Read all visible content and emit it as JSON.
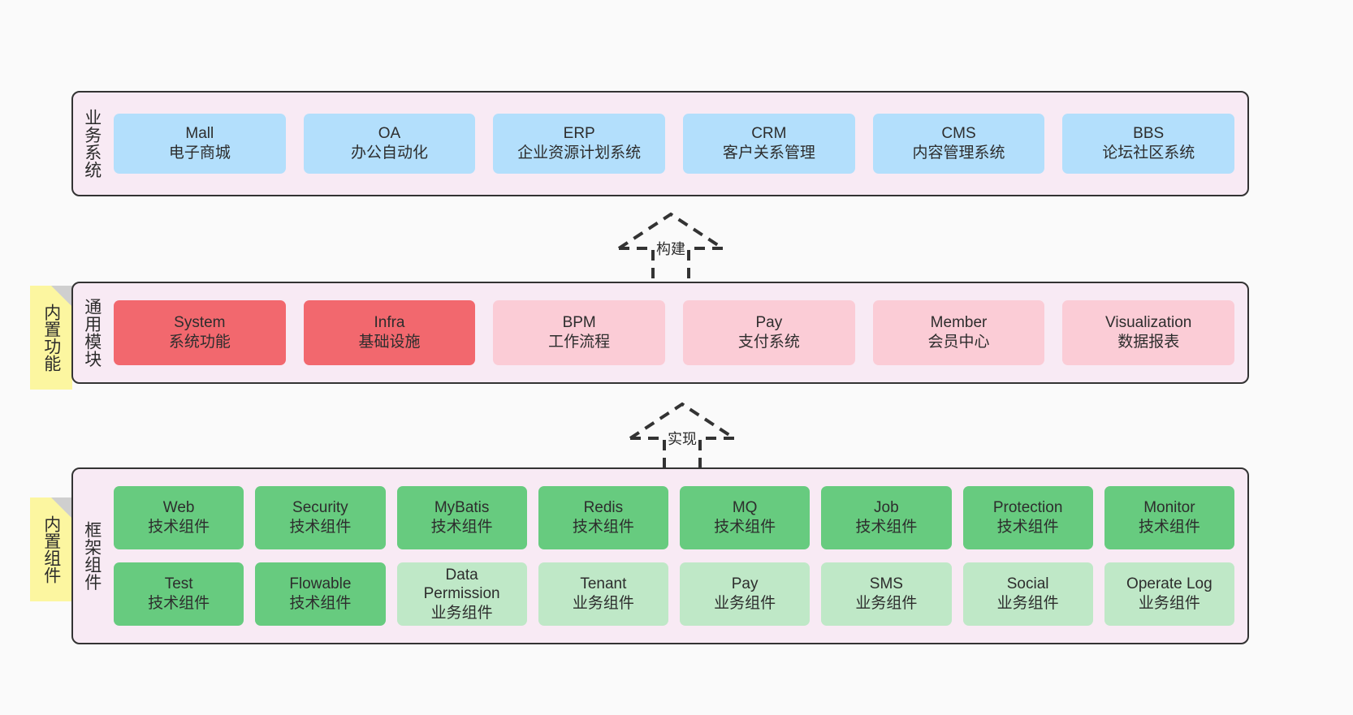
{
  "diagram": {
    "background_color": "#fafafa",
    "layer_fill": "#f8eaf4",
    "layer_border": "#333333",
    "sticky_color": "#fcf6a0",
    "colors": {
      "business": "#b3dffc",
      "core_module": "#f2686e",
      "module": "#fbccd6",
      "tech_component": "#67cb7f",
      "biz_component": "#bfe8c7"
    }
  },
  "layers": {
    "business": {
      "label": "业务系统",
      "nodes": [
        {
          "title": "Mall",
          "sub": "电子商城"
        },
        {
          "title": "OA",
          "sub": "办公自动化"
        },
        {
          "title": "ERP",
          "sub": "企业资源计划系统"
        },
        {
          "title": "CRM",
          "sub": "客户关系管理"
        },
        {
          "title": "CMS",
          "sub": "内容管理系统"
        },
        {
          "title": "BBS",
          "sub": "论坛社区系统"
        }
      ]
    },
    "common": {
      "label": "通用模块",
      "sticky": "内置功能",
      "nodes": [
        {
          "title": "System",
          "sub": "系统功能",
          "style": "core_module"
        },
        {
          "title": "Infra",
          "sub": "基础设施",
          "style": "core_module"
        },
        {
          "title": "BPM",
          "sub": "工作流程",
          "style": "module"
        },
        {
          "title": "Pay",
          "sub": "支付系统",
          "style": "module"
        },
        {
          "title": "Member",
          "sub": "会员中心",
          "style": "module"
        },
        {
          "title": "Visualization",
          "sub": "数据报表",
          "style": "module"
        }
      ]
    },
    "framework": {
      "label": "框架组件",
      "sticky": "内置组件",
      "row1": [
        {
          "title": "Web",
          "sub": "技术组件",
          "style": "tech_component"
        },
        {
          "title": "Security",
          "sub": "技术组件",
          "style": "tech_component"
        },
        {
          "title": "MyBatis",
          "sub": "技术组件",
          "style": "tech_component"
        },
        {
          "title": "Redis",
          "sub": "技术组件",
          "style": "tech_component"
        },
        {
          "title": "MQ",
          "sub": "技术组件",
          "style": "tech_component"
        },
        {
          "title": "Job",
          "sub": "技术组件",
          "style": "tech_component"
        },
        {
          "title": "Protection",
          "sub": "技术组件",
          "style": "tech_component"
        },
        {
          "title": "Monitor",
          "sub": "技术组件",
          "style": "tech_component"
        }
      ],
      "row2": [
        {
          "title": "Test",
          "sub": "技术组件",
          "style": "tech_component"
        },
        {
          "title": "Flowable",
          "sub": "技术组件",
          "style": "tech_component"
        },
        {
          "title": "Data Permission",
          "sub": "业务组件",
          "style": "biz_component"
        },
        {
          "title": "Tenant",
          "sub": "业务组件",
          "style": "biz_component"
        },
        {
          "title": "Pay",
          "sub": "业务组件",
          "style": "biz_component"
        },
        {
          "title": "SMS",
          "sub": "业务组件",
          "style": "biz_component"
        },
        {
          "title": "Social",
          "sub": "业务组件",
          "style": "biz_component"
        },
        {
          "title": "Operate Log",
          "sub": "业务组件",
          "style": "biz_component"
        }
      ]
    }
  },
  "connectors": [
    {
      "label": "构建",
      "from": "common",
      "to": "business"
    },
    {
      "label": "实现",
      "from": "framework",
      "to": "common"
    }
  ]
}
